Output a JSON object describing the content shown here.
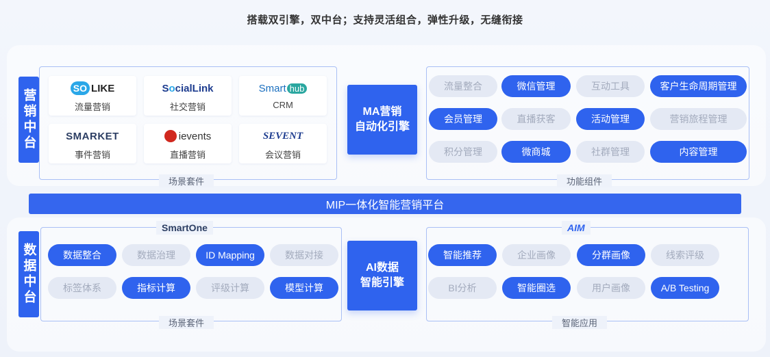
{
  "headline": "搭载双引擎，双中台；支持灵活组合，弹性升级，无缝衔接",
  "marketing": {
    "title": "营销中台",
    "cards": [
      {
        "logo": "SOLIKE",
        "label": "流量营销"
      },
      {
        "logo": "SocialLink",
        "label": "社交营销"
      },
      {
        "logo": "Smarthub",
        "label": "CRM"
      },
      {
        "logo": "SMARKET",
        "label": "事件营销"
      },
      {
        "logo": "ievents",
        "label": "直播营销"
      },
      {
        "logo": "SEVENT",
        "label": "会议营销"
      }
    ],
    "scene_label": "场景套件",
    "engine": [
      "MA营销",
      "自动化引擎"
    ],
    "features": [
      {
        "label": "流量整合",
        "active": false
      },
      {
        "label": "微信管理",
        "active": true
      },
      {
        "label": "互动工具",
        "active": false
      },
      {
        "label": "客户生命周期管理",
        "active": true
      },
      {
        "label": "会员管理",
        "active": true
      },
      {
        "label": "直播获客",
        "active": false
      },
      {
        "label": "活动管理",
        "active": true
      },
      {
        "label": "营销旅程管理",
        "active": false
      },
      {
        "label": "积分管理",
        "active": false
      },
      {
        "label": "微商城",
        "active": true
      },
      {
        "label": "社群管理",
        "active": false
      },
      {
        "label": "内容管理",
        "active": true
      }
    ],
    "feature_label": "功能组件"
  },
  "platform": "MIP一体化智能营销平台",
  "data": {
    "title": "数据中台",
    "brand_left": "SmartOne",
    "brand_right": "AIM",
    "scene_items": [
      {
        "label": "数据整合",
        "active": true
      },
      {
        "label": "数据治理",
        "active": false
      },
      {
        "label": "ID Mapping",
        "active": true
      },
      {
        "label": "数据对接",
        "active": false
      },
      {
        "label": "标签体系",
        "active": false
      },
      {
        "label": "指标计算",
        "active": true
      },
      {
        "label": "评级计算",
        "active": false
      },
      {
        "label": "模型计算",
        "active": true
      }
    ],
    "scene_label": "场景套件",
    "engine": [
      "AI数据",
      "智能引擎"
    ],
    "apps": [
      {
        "label": "智能推荐",
        "active": true
      },
      {
        "label": "企业画像",
        "active": false
      },
      {
        "label": "分群画像",
        "active": true
      },
      {
        "label": "线索评级",
        "active": false
      },
      {
        "label": "BI分析",
        "active": false
      },
      {
        "label": "智能圈选",
        "active": true
      },
      {
        "label": "用户画像",
        "active": false
      },
      {
        "label": "A/B Testing",
        "active": true
      }
    ],
    "app_label": "智能应用"
  },
  "colors": {
    "accent": "#2f63ee",
    "inactive_bg": "#e4e9f4",
    "inactive_text": "#a3abbd"
  }
}
